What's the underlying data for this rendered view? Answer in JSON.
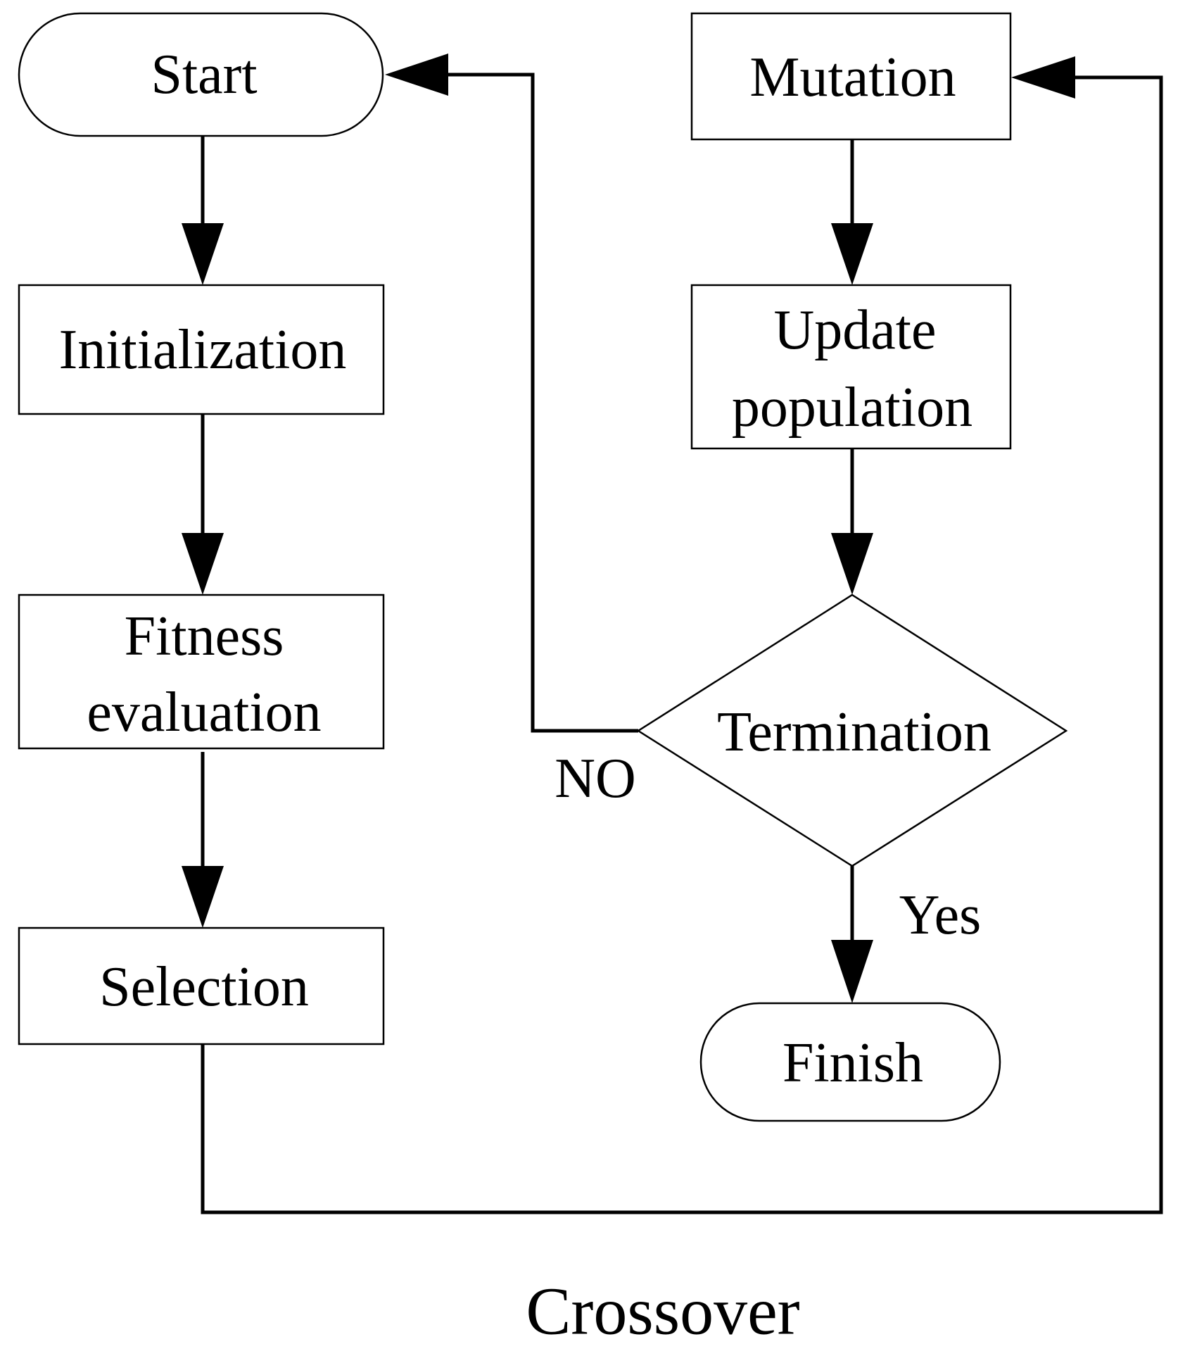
{
  "flowchart": {
    "nodes": {
      "start": "Start",
      "initialization": "Initialization",
      "fitness_line1": "Fitness",
      "fitness_line2": "evaluation",
      "selection": "Selection",
      "mutation": "Mutation",
      "update_line1": "Update",
      "update_line2": "population",
      "termination": "Termination",
      "finish": "Finish"
    },
    "edges": {
      "no_label": "NO",
      "yes_label": "Yes"
    },
    "caption": "Crossover"
  }
}
